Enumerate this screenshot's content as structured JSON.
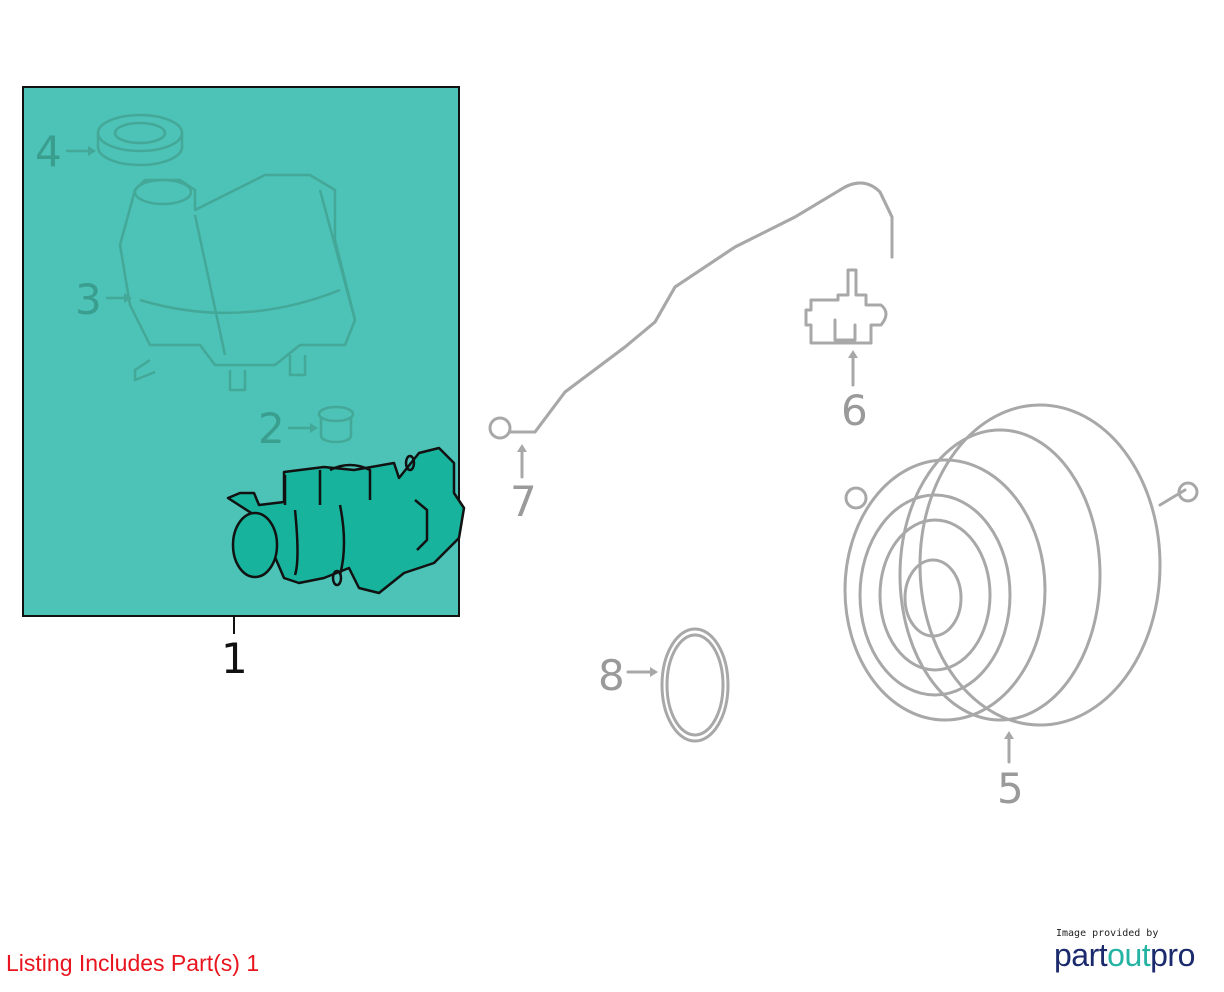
{
  "diagram": {
    "callouts": [
      "1",
      "2",
      "3",
      "4",
      "5",
      "6",
      "7",
      "8"
    ],
    "colors": {
      "highlight_box": "#4dc2b6",
      "selected_part": "#17b39c",
      "outline": "#a8a8a8",
      "listing_text": "#e8141e"
    }
  },
  "footer": {
    "listing_text": "Listing Includes Part(s) 1",
    "logo": {
      "caption": "Image provided by",
      "brand_part1": "part",
      "brand_part2": "out",
      "brand_part3": "pro"
    }
  }
}
